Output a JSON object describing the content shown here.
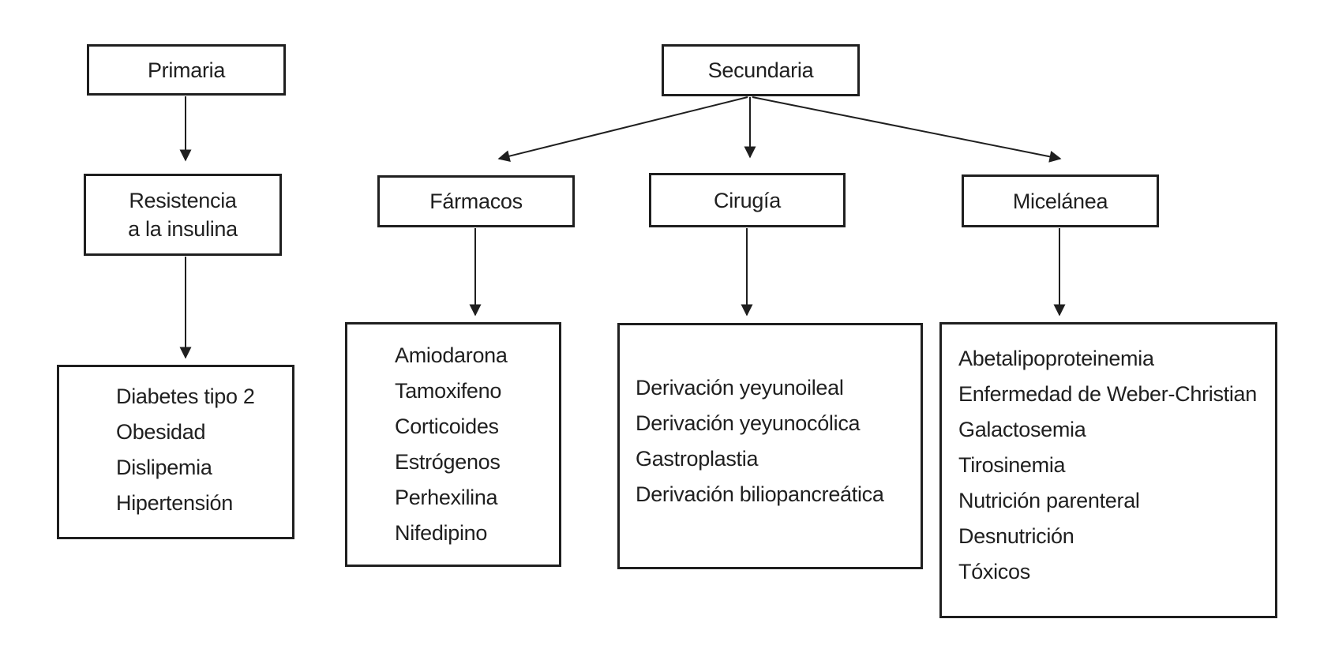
{
  "colors": {
    "ink": "#1f1f1f",
    "background": "#ffffff"
  },
  "nodes": {
    "primaria": {
      "label": "Primaria"
    },
    "resistencia": {
      "lines": [
        "Resistencia",
        "a la insulina"
      ]
    },
    "primaria_list": {
      "items": [
        "Diabetes tipo 2",
        "Obesidad",
        "Dislipemia",
        "Hipertensión"
      ]
    },
    "secundaria": {
      "label": "Secundaria"
    },
    "farmacos": {
      "label": "Fármacos"
    },
    "farmacos_list": {
      "items": [
        "Amiodarona",
        "Tamoxifeno",
        "Corticoides",
        "Estrógenos",
        "Perhexilina",
        "Nifedipino"
      ]
    },
    "cirugia": {
      "label": "Cirugía"
    },
    "cirugia_list": {
      "items": [
        "Derivación yeyunoileal",
        "Derivación yeyunocólica",
        "Gastroplastia",
        "Derivación biliopancreática"
      ]
    },
    "micelanea": {
      "label": "Micelánea"
    },
    "micelanea_list": {
      "items": [
        "Abetalipoproteinemia",
        "Enfermedad de Weber-Christian",
        "Galactosemia",
        "Tirosinemia",
        "Nutrición parenteral",
        "Desnutrición",
        "Tóxicos"
      ]
    }
  }
}
